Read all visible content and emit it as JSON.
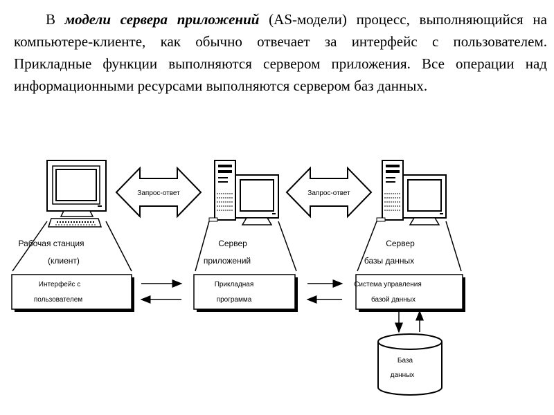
{
  "paragraph": {
    "lead": "В ",
    "emphasis": "модели сервера приложений",
    "rest": " (AS-модели) процесс, выполняющийся на компьютере-клиенте, как обычно отвечает за интерфейс с пользователем. Прикладные функции выполняются сервером приложения. Все операции над информационными ресурсами выполняются сервером баз данных."
  },
  "diagram": {
    "arrow_labels": [
      "Запрос-ответ",
      "Запрос-ответ"
    ],
    "nodes": [
      {
        "label_line1": "Рабочая станция",
        "label_line2": "(клиент)",
        "box_line1": "Интерфейс с",
        "box_line2": "пользователем"
      },
      {
        "label_line1": "Сервер",
        "label_line2": "приложений",
        "box_line1": "Прикладная",
        "box_line2": "программа"
      },
      {
        "label_line1": "Сервер",
        "label_line2": "базы данных",
        "box_line1": "Система управления",
        "box_line2": "базой данных"
      }
    ],
    "database": {
      "line1": "База",
      "line2": "данных"
    }
  }
}
